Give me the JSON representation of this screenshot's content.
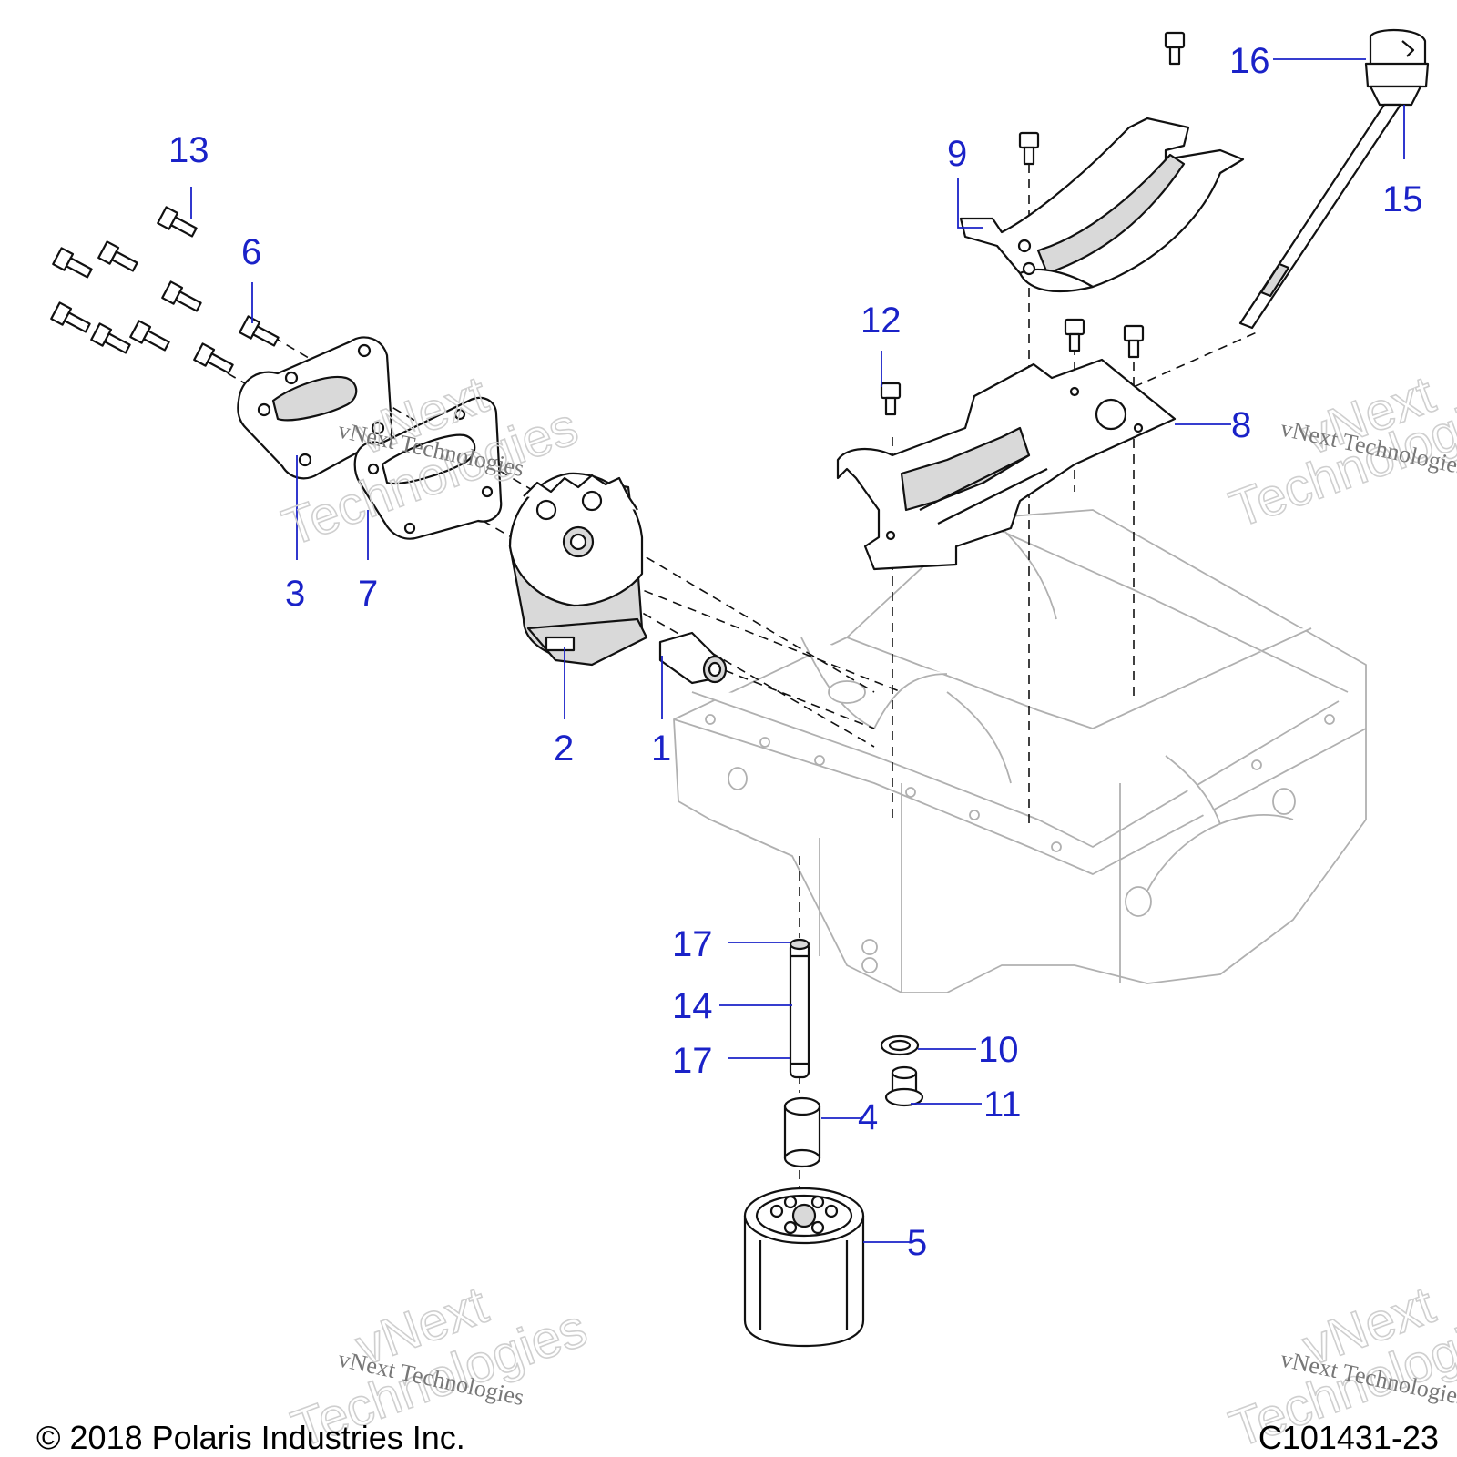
{
  "diagram": {
    "callouts": {
      "c1": "1",
      "c2": "2",
      "c3": "3",
      "c4": "4",
      "c5": "5",
      "c6": "6",
      "c7": "7",
      "c8": "8",
      "c9": "9",
      "c10": "10",
      "c11": "11",
      "c12": "12",
      "c13": "13",
      "c14": "14",
      "c15": "15",
      "c16": "16",
      "c17a": "17",
      "c17b": "17"
    },
    "watermark": {
      "brand": "vNext",
      "company": "vNext Technologies",
      "word": "Technologies"
    },
    "footer": {
      "copyright": "© 2018 Polaris Industries Inc.",
      "diagram_id": "C101431-23"
    },
    "colors": {
      "callout": "#1a22c8",
      "line": "#111111",
      "crankcase": "#b0b0b0",
      "shading": "#d9d9d9"
    }
  }
}
